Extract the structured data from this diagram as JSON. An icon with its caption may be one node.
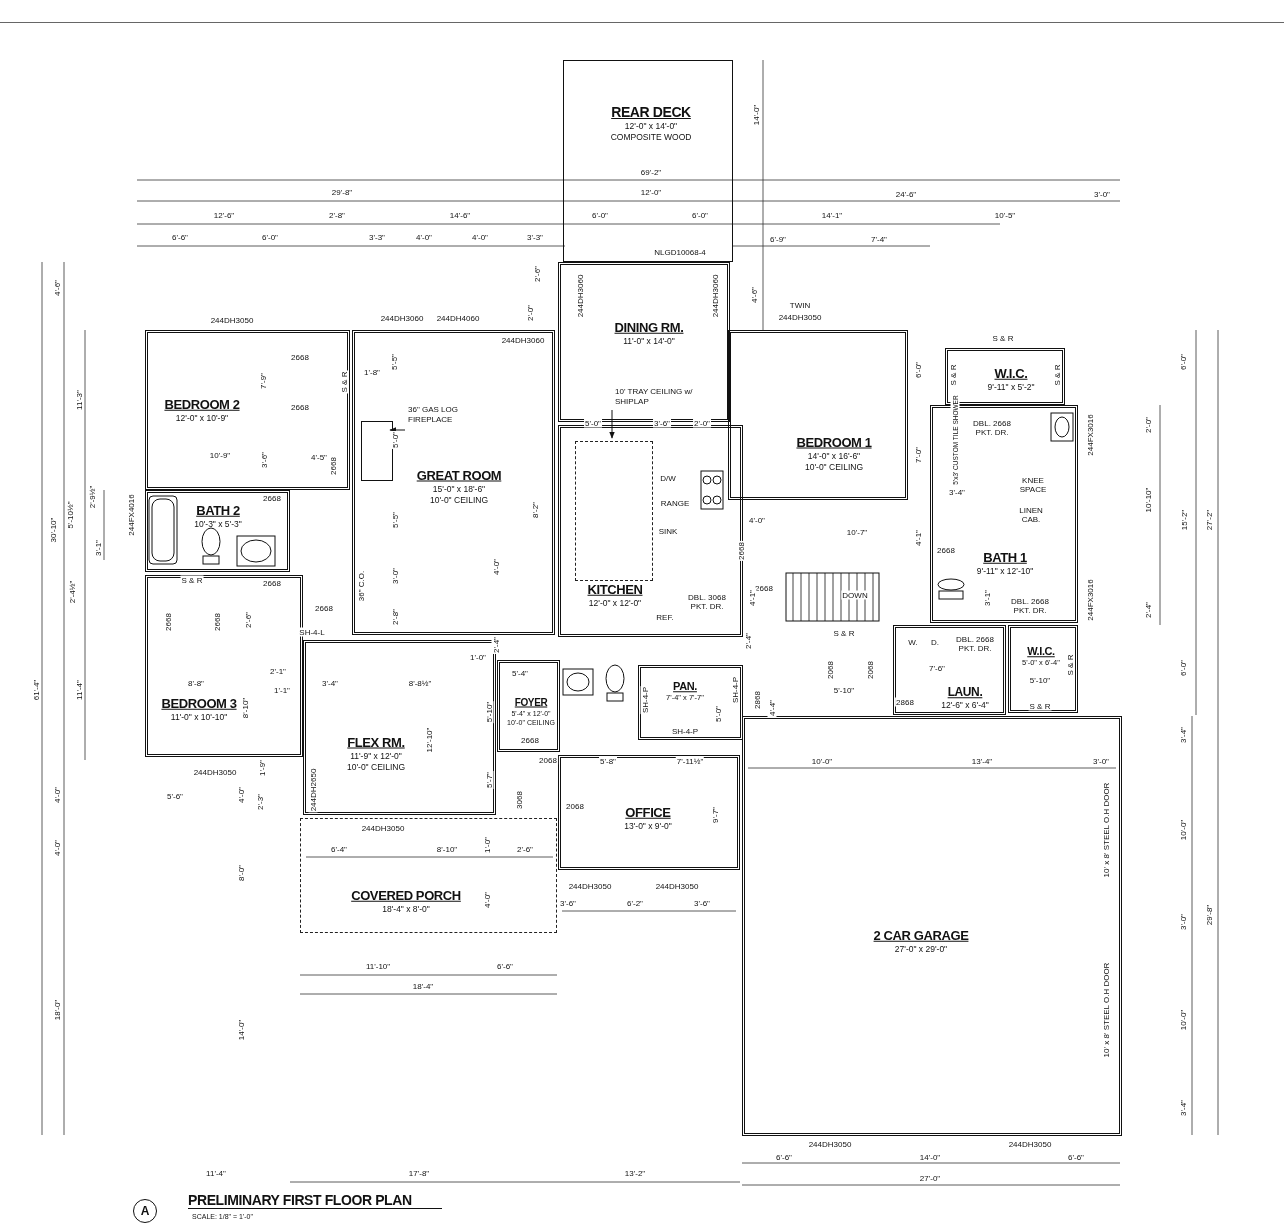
{
  "diagram": {
    "title": "PRELIMINARY FIRST FLOOR PLAN",
    "nodes": [
      {
        "text": [
          "REAR DECK",
          "12'-0\" x 14'-0\"",
          "COMPOSITE WOOD"
        ]
      },
      {
        "text": [
          "DINING RM.",
          "11'-0\" x 14'-0\""
        ]
      },
      {
        "text": [
          "BEDROOM 2",
          "12'-0\" x 10'-9\""
        ]
      },
      {
        "text": [
          "GREAT ROOM",
          "15'-0\" x 18'-6\"",
          "10'-0\" CEILING"
        ]
      },
      {
        "text": [
          "BEDROOM 1",
          "14'-0\" x 16'-6\"",
          "10'-0\" CEILING"
        ]
      },
      {
        "text": [
          "W.I.C.",
          "9'-11\" x 5'-2\""
        ]
      },
      {
        "text": [
          "BATH 2",
          "10'-3\" x 5'-3\""
        ]
      },
      {
        "text": [
          "KITCHEN",
          "12'-0\" x 12'-0\""
        ]
      },
      {
        "text": [
          "BATH 1",
          "9'-11\" x 12'-10\""
        ]
      },
      {
        "text": [
          "PAN.",
          "7'-4\" x 7'-7\""
        ]
      },
      {
        "text": [
          "W.I.C.",
          "5'-0\" x 6'-4\""
        ]
      },
      {
        "text": [
          "LAUN.",
          "12'-6\" x 6'-4\""
        ]
      },
      {
        "text": [
          "BEDROOM 3",
          "11'-0\" x 10'-10\""
        ]
      },
      {
        "text": [
          "FOYER",
          "5'-4\" x 12'-0\"",
          "10'-0\" CEILING"
        ]
      },
      {
        "text": [
          "FLEX RM.",
          "11'-9\" x 12'-0\"",
          "10'-0\" CEILING"
        ]
      },
      {
        "text": [
          "OFFICE",
          "13'-0\" x 9'-0\""
        ]
      },
      {
        "text": [
          "COVERED PORCH",
          "18'-4\" x 8'-0\""
        ]
      },
      {
        "text": [
          "2 CAR GARAGE",
          "27'-0\" x 29'-0\""
        ]
      },
      {
        "text": [
          "36\" GAS LOG FIREPLACE"
        ],
        "in": 3
      },
      {
        "text": [],
        "shape": "box",
        "in": 3
      },
      {
        "text": [
          "10' TRAY CEILING w/ SHIPLAP"
        ],
        "in": 1
      },
      {
        "text": [],
        "shape": "box",
        "in": 7
      }
    ],
    "edges": [
      {
        "from": 18,
        "to": 19,
        "arrow": "to"
      },
      {
        "from": 20,
        "to": 21,
        "arrow": "to"
      }
    ],
    "labels": [
      "69'-2\"",
      "29'-8\"",
      "12'-0\"",
      "24'-6\"",
      "3'-0\"",
      "14'-0\"",
      "12'-6\"",
      "2'-8\"",
      "14'-6\"",
      "6'-0\"",
      "6'-0\"",
      "14'-1\"",
      "10'-5\"",
      "6'-6\"",
      "6'-0\"",
      "3'-3\"",
      "4'-0\"",
      "4'-0\"",
      "3'-3\"",
      "6'-9\"",
      "7'-4\"",
      "NLGD10068-4",
      "4'-6\"",
      "2'-6\"",
      "2'-0\"",
      "4'-6\"",
      "TWIN",
      "244DH3050",
      "244DH3060",
      "244DH4060",
      "244DH3060",
      "244DH3060",
      "244DH3050",
      "244DH3060",
      "S & R",
      "11'-3\"",
      "2668",
      "7'-9\"",
      "S & R",
      "1'-8\"",
      "5'-5\"",
      "2668",
      "6'-0\"",
      "S & R",
      "S & R",
      "6'-0\"",
      "5'-0\"",
      "5'-0\"",
      "3'-6\"",
      "2'-0\"",
      "DBL. 2668 PKT. DR.",
      "2'-0\"",
      "5'x3' CUSTOM TILE SHOWER",
      "244FX3016",
      "10'-9\"",
      "3'-6\"",
      "4'-5\"",
      "2668",
      "7'-0\"",
      "D/W",
      "KNEE SPACE",
      "3'-4\"",
      "2668",
      "2'-9½\"",
      "5'-10½\"",
      "244FX4016",
      "30'-10\"",
      "5'-5\"",
      "8'-2\"",
      "RANGE",
      "10'-10\"",
      "15'-2\"",
      "27'-2\"",
      "LINEN CAB.",
      "4'-0\"",
      "10'-7\"",
      "4'-1\"",
      "SINK",
      "3'-1\"",
      "2668",
      "2668",
      "2'-4½\"",
      "4'-0\"",
      "2668",
      "S & R",
      "3'-0\"",
      "36\" C.O.",
      "DBL. 3068 PKT. DR.",
      "2668",
      "4'-1\"",
      "DOWN",
      "3'-1\"",
      "DBL. 2668 PKT. DR.",
      "2'-4\"",
      "244FX3016",
      "REF.",
      "2668",
      "2668",
      "2'-6\"",
      "2668",
      "2'-8\"",
      "SH-4-L",
      "2'-4\"",
      "2'-4\"",
      "S & R",
      "W.",
      "D.",
      "DBL. 2668 PKT. DR.",
      "1'-0\"",
      "8'-8\"",
      "2'-1\"",
      "1'-1\"",
      "3'-4\"",
      "8'-8½\"",
      "5'-4\"",
      "61'-4\"",
      "11'-4\"",
      "2068",
      "2068",
      "5'-10\"",
      "7'-6\"",
      "5'-10\"",
      "S & R",
      "6'-0\"",
      "SH-4-P",
      "5'-0\"",
      "SH-4-P",
      "2868",
      "4'-4\"",
      "2868",
      "8'-10\"",
      "5'-10\"",
      "SH-4-P",
      "2668",
      "S & R",
      "12'-10\"",
      "3'-4\"",
      "244DH3050",
      "1'-9\"",
      "244DH2650",
      "2068",
      "5'-8\"",
      "7'-11½\"",
      "10'-0\"",
      "13'-4\"",
      "3'-0\"",
      "5'-7\"",
      "4'-0\"",
      "5'-6\"",
      "4'-0\"",
      "2'-3\"",
      "3068",
      "2068",
      "9'-7\"",
      "244DH3050",
      "10' x 8' STEEL O.H DOOR",
      "10'-0\"",
      "4'-0\"",
      "6'-4\"",
      "8'-10\"",
      "1'-0\"",
      "2'-6\"",
      "8'-0\"",
      "244DH3050",
      "244DH3050",
      "4'-0\"",
      "3'-6\"",
      "6'-2\"",
      "3'-6\"",
      "3'-0\"",
      "29'-8\"",
      "11'-10\"",
      "6'-6\"",
      "18'-4\"",
      "18'-0\"",
      "10' x 8' STEEL O.H DOOR",
      "10'-0\"",
      "14'-0\"",
      "3'-4\"",
      "244DH3050",
      "244DH3050",
      "6'-6\"",
      "14'-0\"",
      "6'-6\"",
      "27'-0\"",
      "11'-4\"",
      "17'-8\"",
      "13'-2\"",
      "A",
      "SCALE: 1/8\" = 1'-0\""
    ]
  }
}
